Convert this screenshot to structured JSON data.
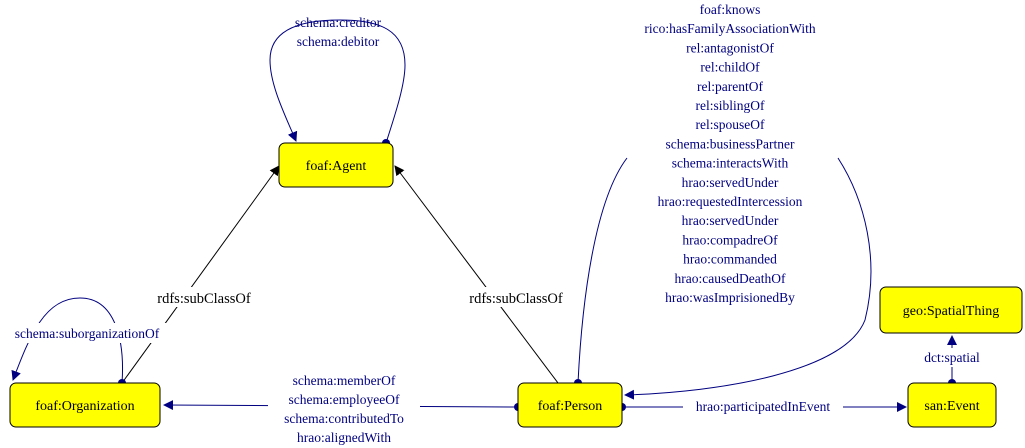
{
  "colors": {
    "node_fill": "#ffff00",
    "edge_property": "#000080",
    "edge_subclass": "#000000",
    "background": "#ffffff"
  },
  "nodes": {
    "agent": "foaf:Agent",
    "organization": "foaf:Organization",
    "person": "foaf:Person",
    "event": "san:Event",
    "spatial_thing": "geo:SpatialThing"
  },
  "edges": {
    "agent_self": [
      "schema:creditor",
      "schema:debitor"
    ],
    "organization_self": [
      "schema:suborganizationOf"
    ],
    "organization_subclass": [
      "rdfs:subClassOf"
    ],
    "person_subclass": [
      "rdfs:subClassOf"
    ],
    "person_self": [
      "foaf:knows",
      "rico:hasFamilyAssociationWith",
      "rel:antagonistOf",
      "rel:childOf",
      "rel:parentOf",
      "rel:siblingOf",
      "rel:spouseOf",
      "schema:businessPartner",
      "schema:interactsWith",
      "hrao:servedUnder",
      "hrao:requestedIntercession",
      "hrao:servedUnder",
      "hrao:compadreOf",
      "hrao:commanded",
      "hrao:causedDeathOf",
      "hrao:wasImprisionedBy"
    ],
    "person_to_organization": [
      "schema:memberOf",
      "schema:employeeOf",
      "schema:contributedTo",
      "hrao:alignedWith"
    ],
    "person_to_event": [
      "hrao:participatedInEvent"
    ],
    "event_to_spatial": [
      "dct:spatial"
    ]
  }
}
